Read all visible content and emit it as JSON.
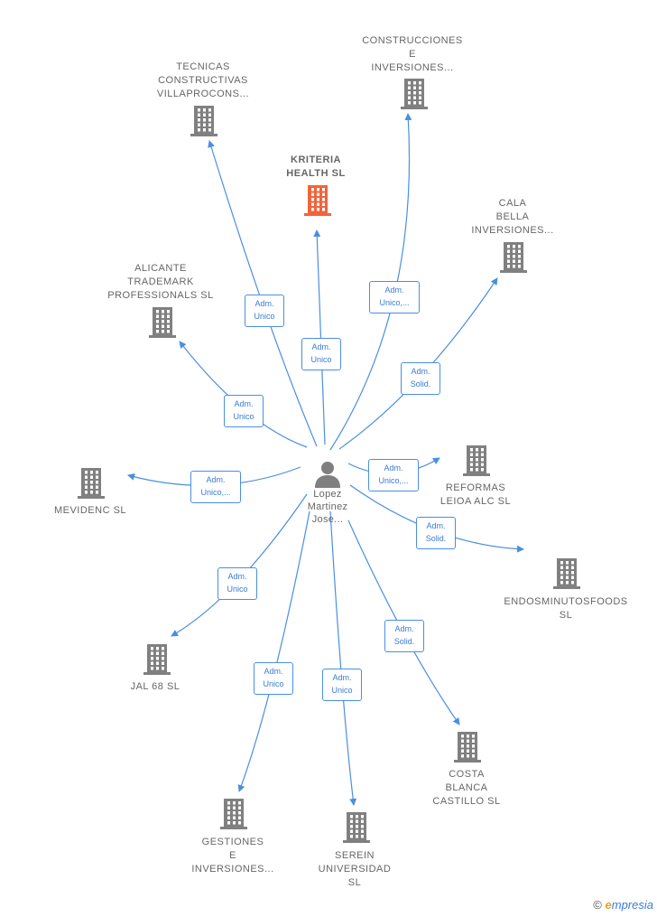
{
  "person": {
    "name": "Lopez\nMartinez\nJose..."
  },
  "companies": [
    {
      "id": "construcciones",
      "name": "CONSTRUCCIONES\nE\nINVERSIONES...",
      "highlight": false
    },
    {
      "id": "tecnicas",
      "name": "TECNICAS\nCONSTRUCTIVAS\nVILLAPROCONS...",
      "highlight": false
    },
    {
      "id": "kriteria",
      "name": "KRITERIA\nHEALTH SL",
      "highlight": true
    },
    {
      "id": "cala",
      "name": "CALA\nBELLA\nINVERSIONES...",
      "highlight": false
    },
    {
      "id": "alicante",
      "name": "ALICANTE\nTRADEMARK\nPROFESSIONALS SL",
      "highlight": false
    },
    {
      "id": "mevidenc",
      "name": "MEVIDENC SL",
      "highlight": false
    },
    {
      "id": "reformas",
      "name": "REFORMAS\nLEIOA ALC SL",
      "highlight": false
    },
    {
      "id": "endosminutos",
      "name": "ENDOSMINUTOSFOODS\nSL",
      "highlight": false
    },
    {
      "id": "jal",
      "name": "JAL 68 SL",
      "highlight": false
    },
    {
      "id": "costa",
      "name": "COSTA\nBLANCA\nCASTILLO SL",
      "highlight": false
    },
    {
      "id": "gestiones",
      "name": "GESTIONES\nE\nINVERSIONES...",
      "highlight": false
    },
    {
      "id": "serein",
      "name": "SEREIN\nUNIVERSIDAD\nSL",
      "highlight": false
    }
  ],
  "relations": [
    {
      "to": "construcciones",
      "role": "Adm.\nUnico,..."
    },
    {
      "to": "tecnicas",
      "role": "Adm.\nUnico"
    },
    {
      "to": "kriteria",
      "role": "Adm.\nUnico"
    },
    {
      "to": "cala",
      "role": "Adm.\nSolid."
    },
    {
      "to": "alicante",
      "role": "Adm.\nUnico"
    },
    {
      "to": "mevidenc",
      "role": "Adm.\nUnico,..."
    },
    {
      "to": "reformas",
      "role": "Adm.\nUnico,..."
    },
    {
      "to": "endosminutos",
      "role": "Adm.\nSolid."
    },
    {
      "to": "jal",
      "role": "Adm.\nUnico"
    },
    {
      "to": "costa",
      "role": "Adm.\nSolid."
    },
    {
      "to": "gestiones",
      "role": "Adm.\nUnico"
    },
    {
      "to": "serein",
      "role": "Adm.\nUnico"
    }
  ],
  "colors": {
    "edge": "#4a8fe0",
    "building": "#808080",
    "building_highlight": "#f0643c",
    "person": "#808080"
  },
  "brand": {
    "copyright": "©",
    "e": "e",
    "rest": "mpresia"
  }
}
